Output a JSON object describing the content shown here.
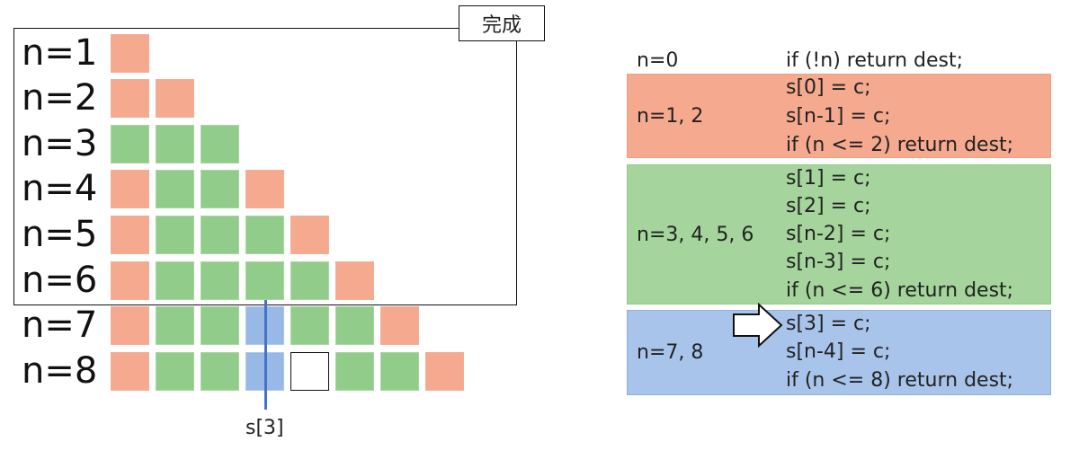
{
  "diagram": {
    "completion_label": "完成",
    "rows": [
      {
        "label": "n=1",
        "cells": [
          "orange"
        ]
      },
      {
        "label": "n=2",
        "cells": [
          "orange",
          "orange"
        ]
      },
      {
        "label": "n=3",
        "cells": [
          "green",
          "green",
          "green"
        ]
      },
      {
        "label": "n=4",
        "cells": [
          "orange",
          "green",
          "green",
          "orange"
        ]
      },
      {
        "label": "n=5",
        "cells": [
          "orange",
          "green",
          "green",
          "green",
          "orange"
        ]
      },
      {
        "label": "n=6",
        "cells": [
          "orange",
          "green",
          "green",
          "green",
          "green",
          "orange"
        ]
      },
      {
        "label": "n=7",
        "cells": [
          "orange",
          "green",
          "green",
          "blue",
          "green",
          "green",
          "orange"
        ]
      },
      {
        "label": "n=8",
        "cells": [
          "orange",
          "green",
          "green",
          "blue",
          "empty",
          "green",
          "green",
          "orange"
        ]
      }
    ],
    "pointer_label": "s[3]"
  },
  "code": {
    "groups": [
      {
        "label": "n=0",
        "color": "none",
        "lines": [
          "if (!n) return dest;"
        ]
      },
      {
        "label": "n=1, 2",
        "color": "orange",
        "lines": [
          "s[0] = c;",
          "s[n-1] = c;",
          "if (n <= 2) return dest;"
        ]
      },
      {
        "label": "n=3, 4, 5, 6",
        "color": "green",
        "lines": [
          "s[1] = c;",
          "s[2] = c;",
          "s[n-2] = c;",
          "s[n-3] = c;",
          "if (n <= 6) return dest;"
        ]
      },
      {
        "label": "n=7, 8",
        "color": "blue",
        "lines": [
          "s[3] = c;",
          "s[n-4] = c;",
          "if (n <= 8) return dest;"
        ]
      }
    ]
  },
  "colors": {
    "orange": "#f5a98f",
    "green": "#92cc8a",
    "blue": "#98b9e6",
    "pointer": "#4472c4"
  },
  "icons": {
    "arrow": "right-arrow-icon"
  }
}
